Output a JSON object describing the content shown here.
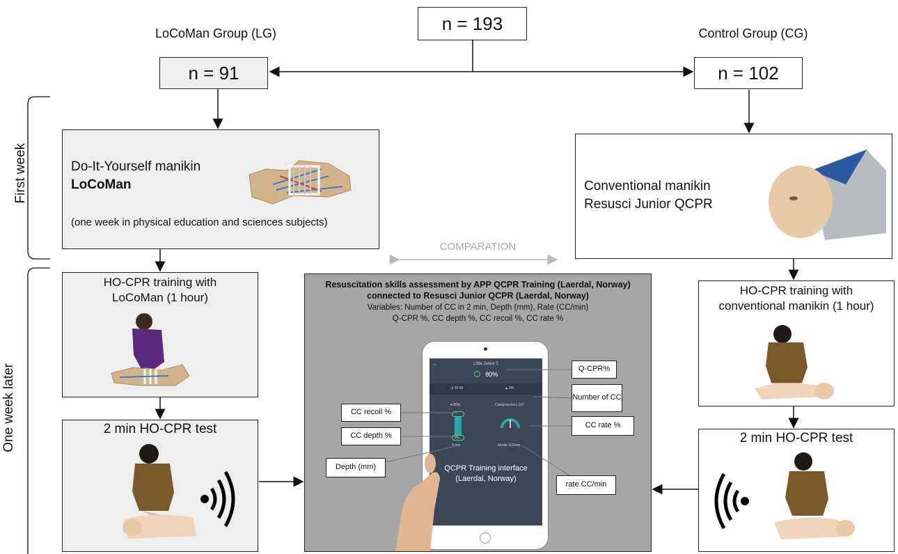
{
  "top": {
    "total": "n = 193"
  },
  "groups": {
    "lg": {
      "title": "LoCoMan Group (LG)",
      "n": "n = 91"
    },
    "cg": {
      "title": "Control Group (CG)",
      "n": "n = 102"
    }
  },
  "phases": {
    "first_week": "First week",
    "one_week_later": "One week later"
  },
  "lg_manikin": {
    "line1": "Do-It-Yourself manikin",
    "line2": "LoCoMan",
    "note": "(one week in physical education and sciences subjects)"
  },
  "cg_manikin": {
    "line1": "Conventional manikin",
    "line2": "Resusci Junior QCPR"
  },
  "comparison": "COMPARATION",
  "lg_training": {
    "line1": "HO-CPR training with",
    "line2": "LoCoMan (1 hour)"
  },
  "cg_training": {
    "line1": "HO-CPR training with",
    "line2": "conventional manikin (1 hour)"
  },
  "test": {
    "lg": "2 min HO-CPR test",
    "cg": "2 min HO-CPR test"
  },
  "assessment": {
    "title1": "Resuscitation skills assessment by APP QCPR Training (Laerdal, Norway)",
    "title2": "connected to Resusci Junior QCPR (Laerdal, Norway)",
    "variables1": "Variables: Number of CC in 2 min, Depth (mm), Rate (CC/min)",
    "variables2": "Q-CPR %, CC depth %, CC recoil %, CC rate %"
  },
  "tablet": {
    "header": "Little Junior 5",
    "score": "80%",
    "tab1": "10:00",
    "tab2": "0%",
    "compressions": "Compressions 227",
    "interface1": "QCPR Training interface",
    "interface2": "(Laerdal, Norway)",
    "stat1": "80%",
    "stat2": "76%",
    "depth_small": "4 mm",
    "rate_small": "Media 110/min"
  },
  "callouts": {
    "qcpr": "Q-CPR%",
    "num_cc": "Number of CC",
    "cc_recoil": "CC recoil %",
    "cc_depth": "CC depth %",
    "cc_rate": "CC rate %",
    "depth_mm": "Depth (mm)",
    "rate_cc": "rate CC/min"
  }
}
